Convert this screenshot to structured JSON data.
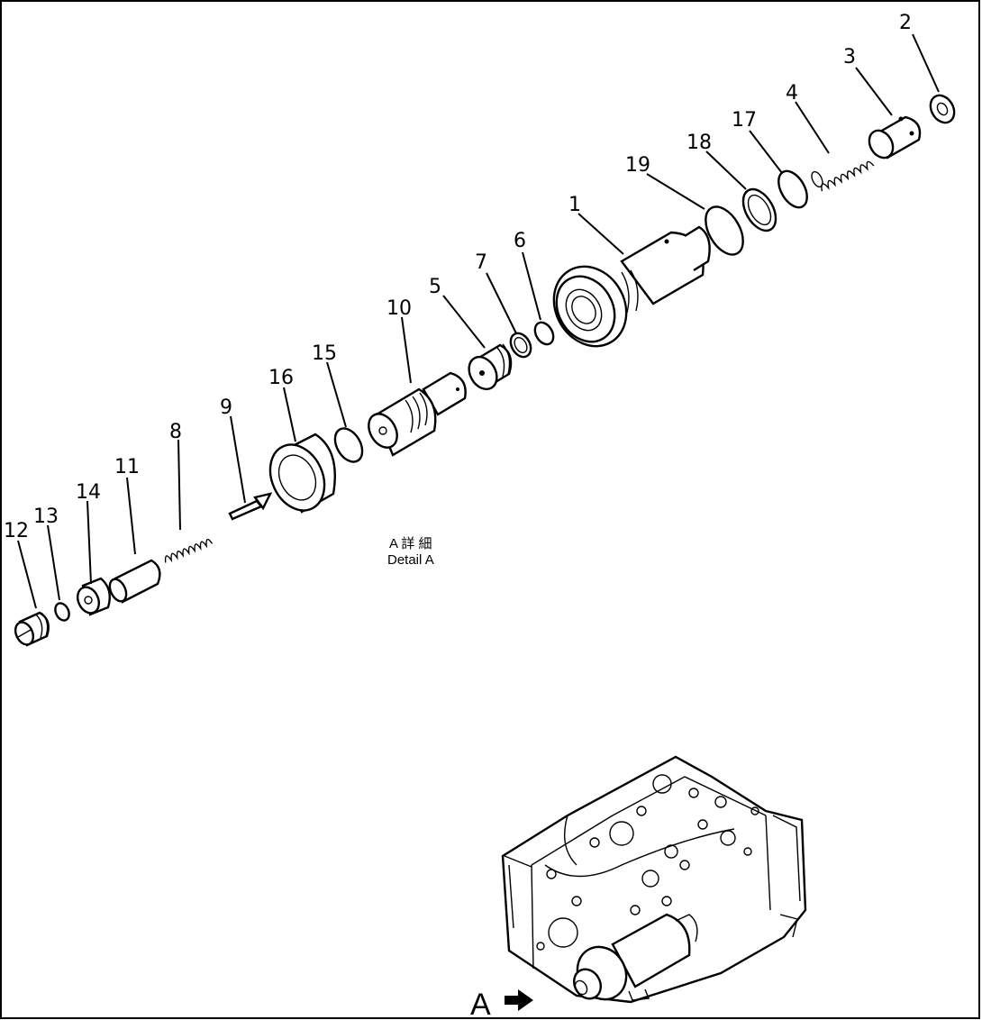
{
  "labels": [
    "1",
    "2",
    "3",
    "4",
    "5",
    "6",
    "7",
    "8",
    "9",
    "10",
    "11",
    "12",
    "13",
    "14",
    "15",
    "16",
    "17",
    "18",
    "19"
  ],
  "detail": {
    "jp": "A 詳 細",
    "en": "Detail A"
  },
  "view_marker": "A"
}
